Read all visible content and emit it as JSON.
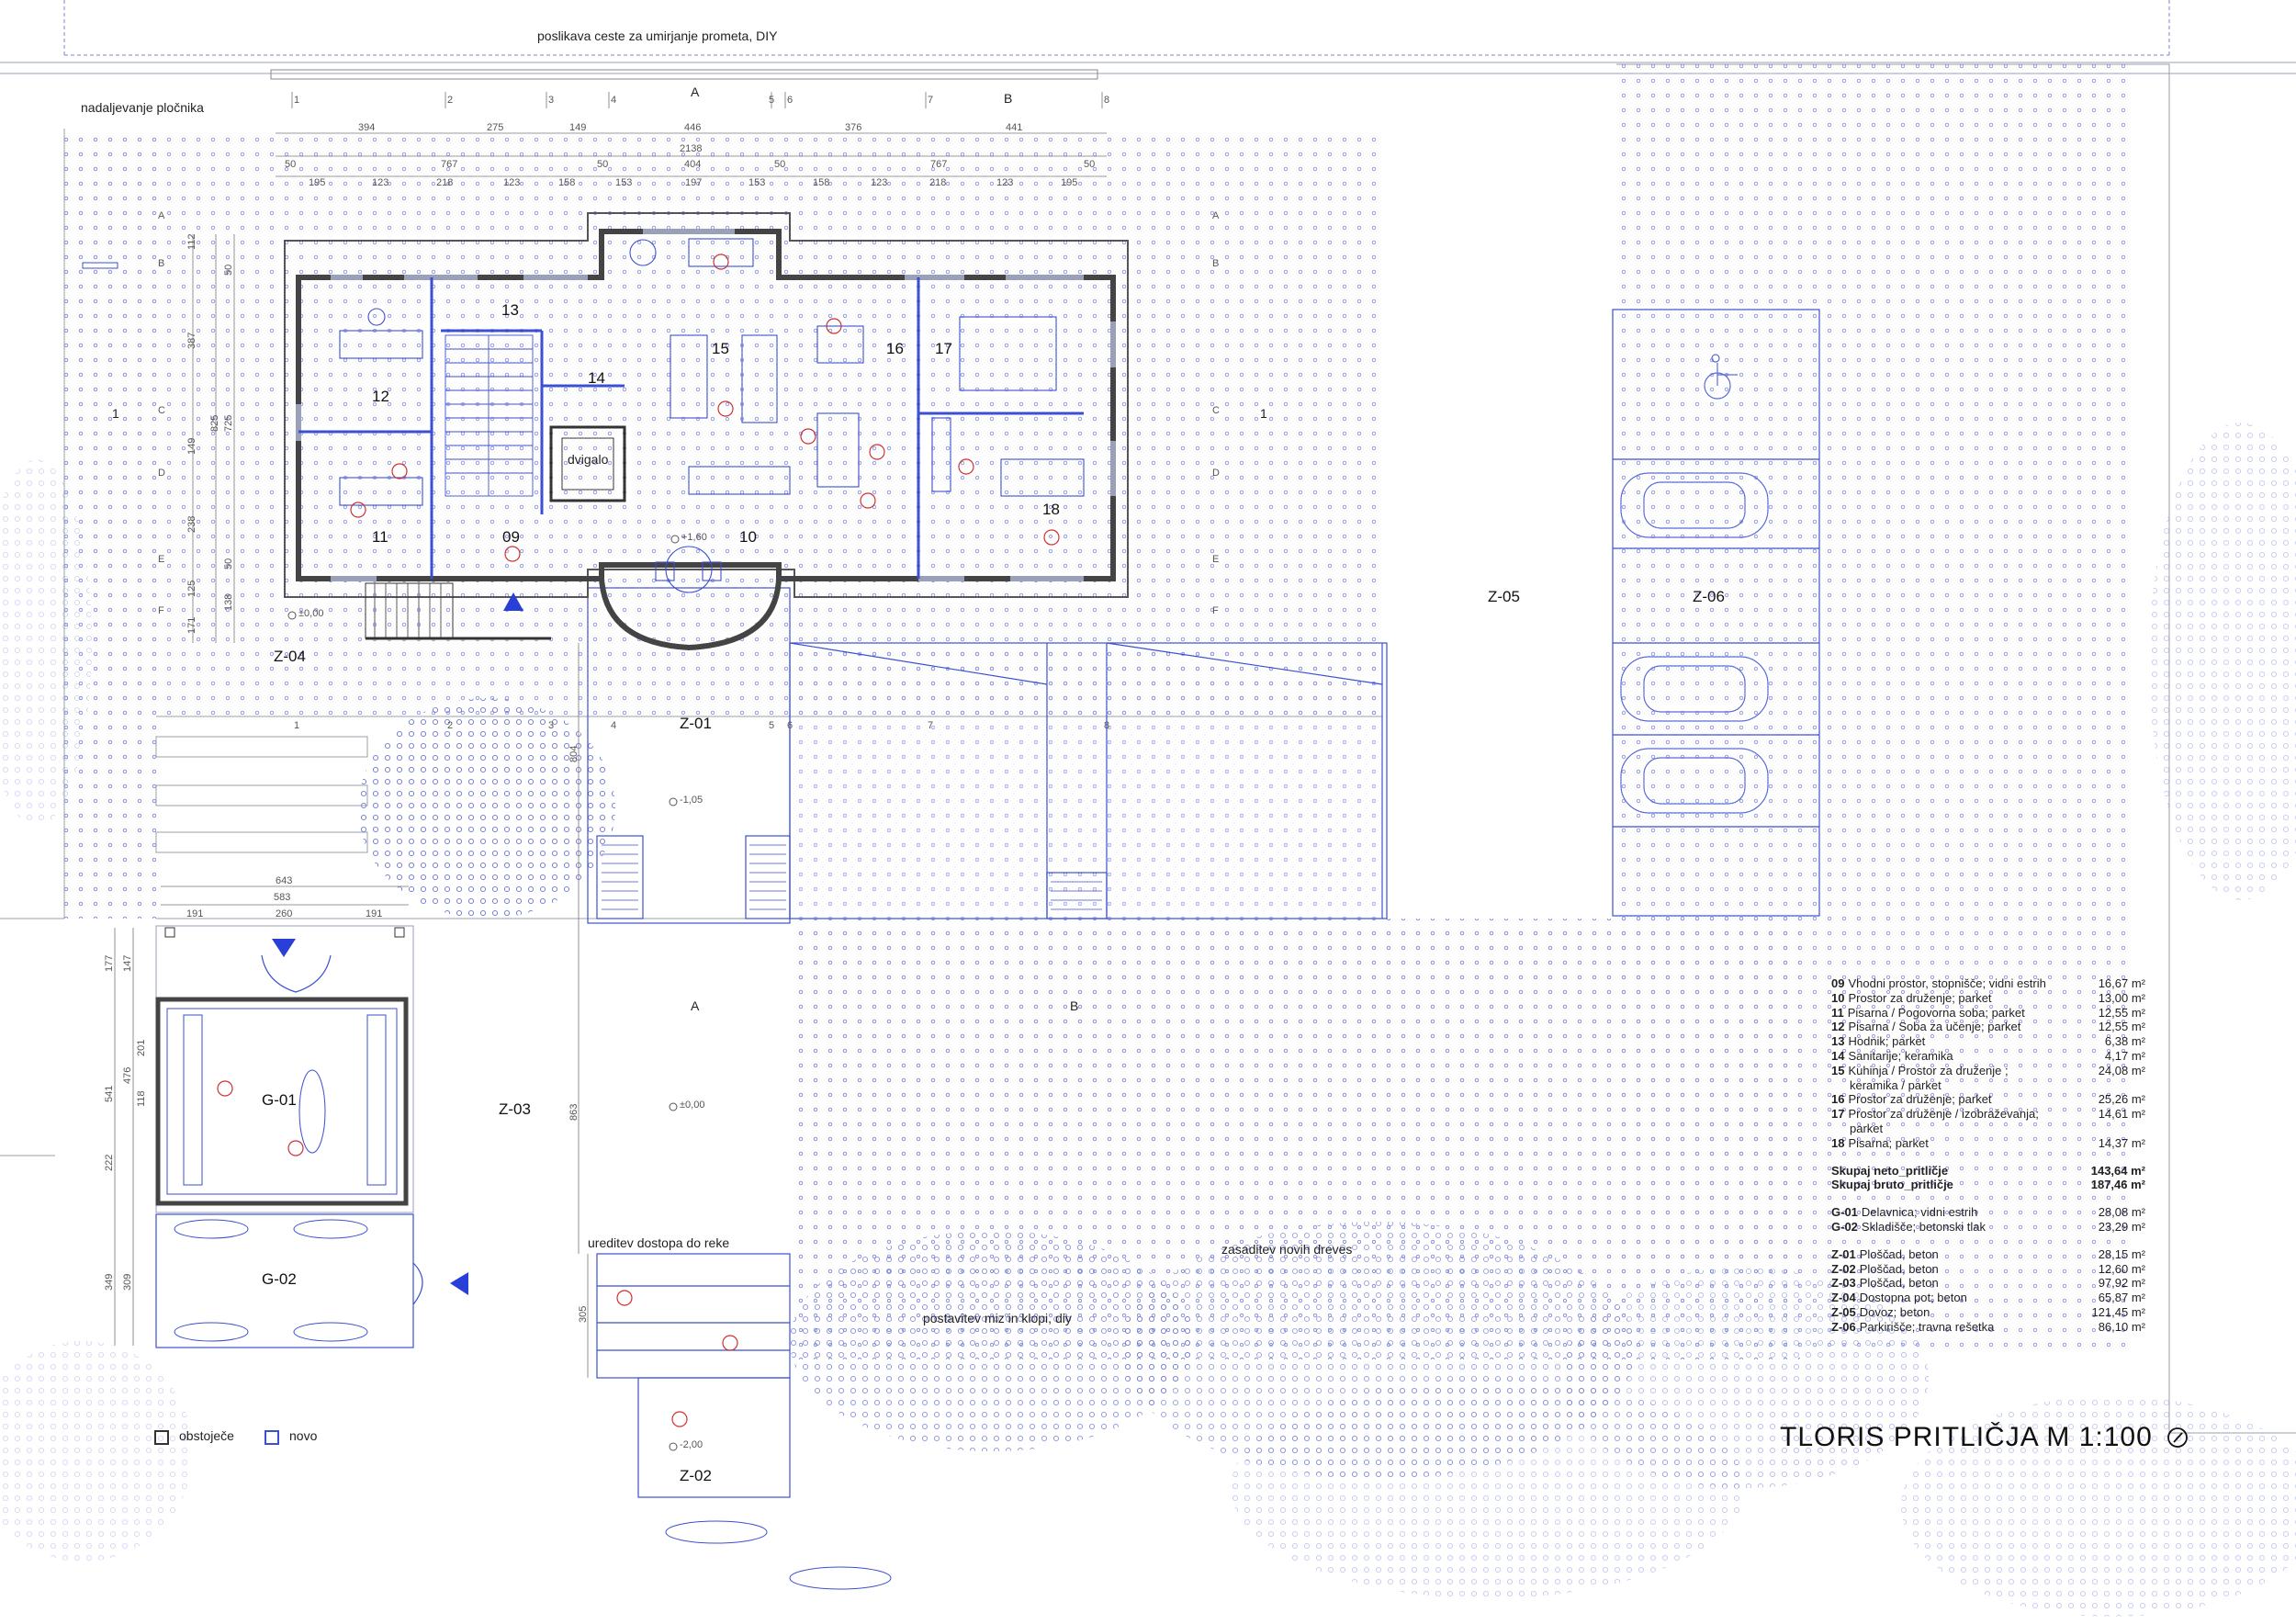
{
  "annotations": {
    "road": "poslikava ceste za umirjanje prometa, DIY",
    "sidewalk": "nadaljevanje pločnika",
    "river_access": "ureditev dostopa do reke",
    "trees": "zasaditev novih dreves",
    "tables": "postavitev miz in klopi, diy",
    "elevator": "dvigalo"
  },
  "rooms": {
    "r09": "09",
    "r10": "10",
    "r11": "11",
    "r12": "12",
    "r13": "13",
    "r14": "14",
    "r15": "15",
    "r16": "16",
    "r17": "17",
    "r18": "18"
  },
  "zones": {
    "g01": "G-01",
    "g02": "G-02",
    "z01": "Z-01",
    "z02": "Z-02",
    "z03": "Z-03",
    "z04": "Z-04",
    "z05": "Z-05",
    "z06": "Z-06"
  },
  "levels": {
    "entry": "±0,00",
    "hall": "+1,60",
    "z01": "-1,05",
    "z03": "±0,00",
    "z02": "-2,00"
  },
  "grid": {
    "cols": [
      "1",
      "2",
      "3",
      "4",
      "5",
      "6",
      "7",
      "8"
    ],
    "rows": [
      "A",
      "B",
      "C",
      "D",
      "E",
      "F"
    ],
    "section_a": "A",
    "section_b": "B",
    "section_1": "1"
  },
  "dims": {
    "top_row1": [
      "394",
      "275",
      "149",
      "446",
      "376",
      "441"
    ],
    "top_total": "2138",
    "top_row2": [
      "50",
      "767",
      "50",
      "404",
      "50",
      "767",
      "50"
    ],
    "top_row3": [
      "195",
      "123",
      "218",
      "123",
      "158",
      "153",
      "197",
      "153",
      "158",
      "123",
      "218",
      "123",
      "195"
    ],
    "left_col1": [
      "112",
      "387",
      "149",
      "238",
      "125",
      "171"
    ],
    "left_col2": [
      "50",
      "825",
      "725",
      "50",
      "138"
    ],
    "bottom_total": "643",
    "bottom_row": [
      "191",
      "260",
      "191"
    ],
    "bottom_mid": "583",
    "gz_col1": [
      "177",
      "541",
      "222",
      "349"
    ],
    "gz_col2": [
      "147",
      "476",
      "118",
      "201",
      "309"
    ],
    "z01_dim": "804",
    "z03_dim": "863",
    "z02_dim": "305"
  },
  "schedule": {
    "rooms": [
      {
        "no": "09",
        "text": "Vhodni prostor, stopnišče; vidni estrih",
        "area": "16,67 m²"
      },
      {
        "no": "10",
        "text": "Prostor za druženje; parket",
        "area": "13,00 m²"
      },
      {
        "no": "11",
        "text": "Pisarna / Pogovorna soba; parket",
        "area": "12,55 m²"
      },
      {
        "no": "12",
        "text": "Pisarna / Soba za učenje; parket",
        "area": "12,55 m²"
      },
      {
        "no": "13",
        "text": "Hodnik; parket",
        "area": "6,38 m²"
      },
      {
        "no": "14",
        "text": "Sanitarije; keramika",
        "area": "4,17 m²"
      },
      {
        "no": "15",
        "text": "Kuhinja / Prostor za druženje ;",
        "area": "24,08 m²"
      },
      {
        "no": "",
        "text": "keramika / parket",
        "area": ""
      },
      {
        "no": "16",
        "text": "Prostor za druženje; parket",
        "area": "25,26 m²"
      },
      {
        "no": "17",
        "text": "Prostor za druženje / izobraževanja;",
        "area": "14,61 m²"
      },
      {
        "no": "",
        "text": "parket",
        "area": ""
      },
      {
        "no": "18",
        "text": "Pisarna; parket",
        "area": "14,37 m²"
      }
    ],
    "totals": [
      {
        "text": "Skupaj neto_pritličje",
        "area": "143,64 m²"
      },
      {
        "text": "Skupaj bruto_pritličje",
        "area": "187,46 m²"
      }
    ],
    "garages": [
      {
        "no": "G-01",
        "text": "Delavnica; vidni estrih",
        "area": "28,08 m²"
      },
      {
        "no": "G-02",
        "text": "Skladišče; betonski tlak",
        "area": "23,29 m²"
      }
    ],
    "zones": [
      {
        "no": "Z-01",
        "text": "Ploščad, beton",
        "area": "28,15 m²"
      },
      {
        "no": "Z-02",
        "text": "Ploščad, beton",
        "area": "12,60 m²"
      },
      {
        "no": "Z-03",
        "text": "Ploščad, beton",
        "area": "97,92 m²"
      },
      {
        "no": "Z-04",
        "text": "Dostopna pot; beton",
        "area": "65,87 m²"
      },
      {
        "no": "Z-05",
        "text": "Dovoz; beton",
        "area": "121,45 m²"
      },
      {
        "no": "Z-06",
        "text": "Parkirišče; travna rešetka",
        "area": "86,10 m²"
      }
    ]
  },
  "legend": {
    "existing": "obstoječe",
    "new": "novo",
    "existing_color": "#333333",
    "new_color": "#3b4fd0"
  },
  "title": "TLORIS PRITLIČJA M 1:100",
  "north_icon": "north-arrow-icon"
}
